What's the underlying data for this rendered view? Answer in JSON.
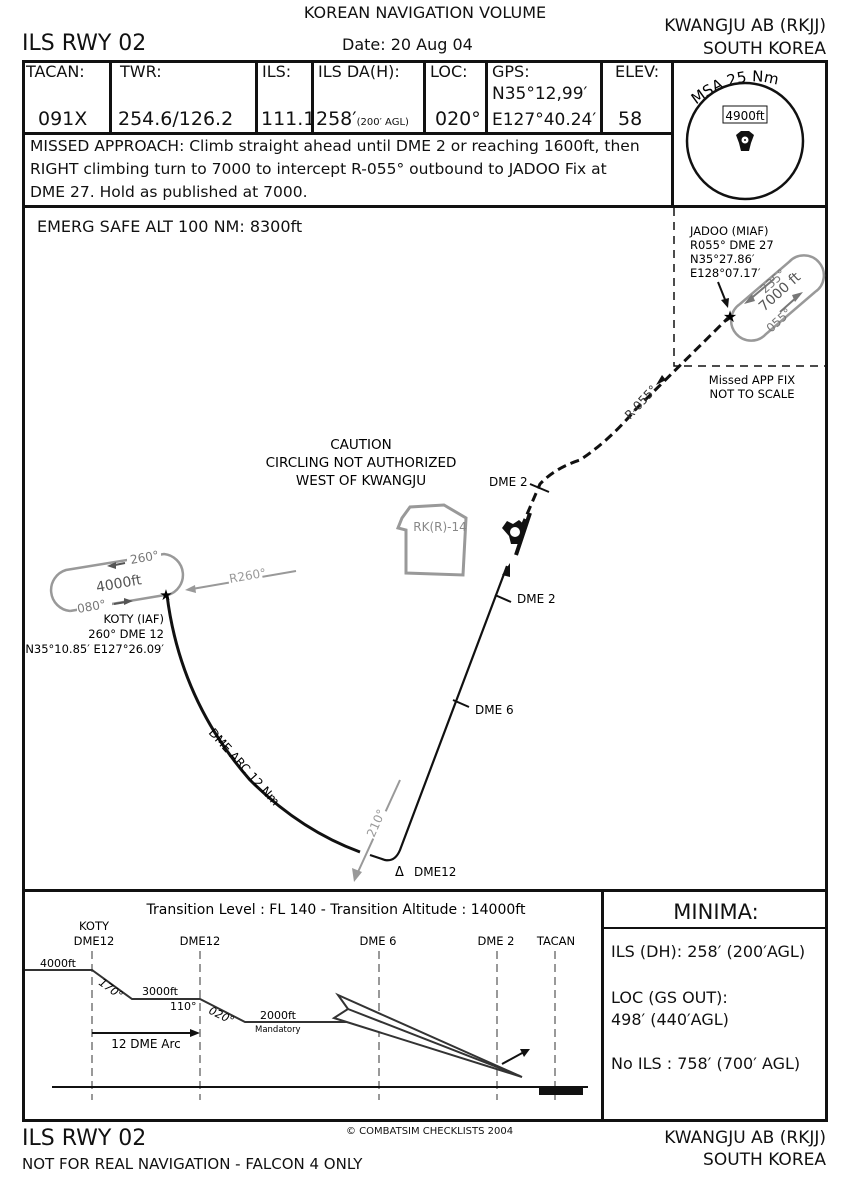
{
  "header": {
    "volume": "KOREAN NAVIGATION VOLUME",
    "procedure": "ILS RWY 02",
    "date": "Date: 20 Aug 04",
    "airport": "KWANGJU AB (RKJJ)",
    "country": "SOUTH KOREA"
  },
  "info_cells": [
    {
      "label": "TACAN:",
      "value": "091X"
    },
    {
      "label": "TWR:",
      "value": "254.6/126.2"
    },
    {
      "label": "ILS:",
      "value": "111.1"
    },
    {
      "label": "ILS DA(H):",
      "value": "258′",
      "value_small": "(200′ AGL)"
    },
    {
      "label": "LOC:",
      "value": "020°"
    },
    {
      "label": "GPS:",
      "value_line1": "N35°12,99′",
      "value": "E127°40.24′"
    },
    {
      "label": "ELEV:",
      "value": "58"
    }
  ],
  "msa": {
    "title": "MSA 25 Nm",
    "altitude": "4900ft",
    "icon": "tacan-icon"
  },
  "missed_approach": {
    "line1": "MISSED APPROACH: Climb straight ahead until DME 2 or reaching 1600ft, then",
    "line2": "RIGHT climbing turn to 7000 to intercept R-055° outbound to JADOO Fix at",
    "line3": "DME 27. Hold as published at 7000."
  },
  "plan_view": {
    "emerg_safe_alt": "EMERG SAFE ALT 100 NM: 8300ft",
    "caution": [
      "CAUTION",
      "CIRCLING NOT AUTHORIZED",
      "WEST OF KWANGJU"
    ],
    "restricted_area": "RK(R)-14",
    "jadoo": [
      "JADOO (MIAF)",
      "R055° DME 27",
      "N35°27.86′",
      "E128°07.17′"
    ],
    "jadoo_hold": {
      "inbound": "235°",
      "altitude": "7000 ft",
      "outbound": "055°"
    },
    "missed_fix_note": [
      "Missed APP FIX",
      "NOT TO SCALE"
    ],
    "missed_radial": "R-055°",
    "koty": [
      "KOTY (IAF)",
      "260° DME 12",
      "N35°10.85′ E127°26.09′"
    ],
    "koty_hold": {
      "inbound": "080°",
      "altitude": "4000ft",
      "outbound": "260°"
    },
    "koty_radial": "R260°",
    "dme_arc": "DME ARC 12 Nm",
    "lead_radial": "210°",
    "dme_labels": {
      "dme2_missed": "DME 2",
      "dme2_final": "DME 2",
      "dme6": "DME 6",
      "dme12": "DME12"
    },
    "delta_symbol": "Δ"
  },
  "profile": {
    "transition": "Transition Level : FL 140  -  Transition Altitude : 14000ft",
    "fixes": [
      {
        "name": "KOTY",
        "dme": "DME12"
      },
      {
        "name": "",
        "dme": "DME12"
      },
      {
        "name": "",
        "dme": "DME 6"
      },
      {
        "name": "",
        "dme": "DME 2"
      },
      {
        "name": "",
        "dme": "TACAN"
      }
    ],
    "altitudes": {
      "initial": "4000ft",
      "mid": "3000ft",
      "final": "2000ft",
      "final_note": "Mandatory"
    },
    "courses": {
      "c1": "170°",
      "c2": "110°",
      "c3": "020°"
    },
    "arc_note": "12 DME Arc"
  },
  "minima": {
    "title": "MINIMA:",
    "ils": "ILS (DH): 258′ (200′AGL)",
    "loc_label": "LOC (GS OUT):",
    "loc_value": "498′ (440′AGL)",
    "no_ils": "No ILS : 758′ (700′ AGL)"
  },
  "footer": {
    "procedure": "ILS RWY 02",
    "disclaimer": "NOT FOR REAL NAVIGATION - FALCON 4 ONLY",
    "copyright": "© COMBATSIM CHECKLISTS 2004",
    "airport": "KWANGJU AB (RKJJ)",
    "country": "SOUTH KOREA"
  },
  "colors": {
    "ink": "#111111",
    "gray": "#999999"
  }
}
